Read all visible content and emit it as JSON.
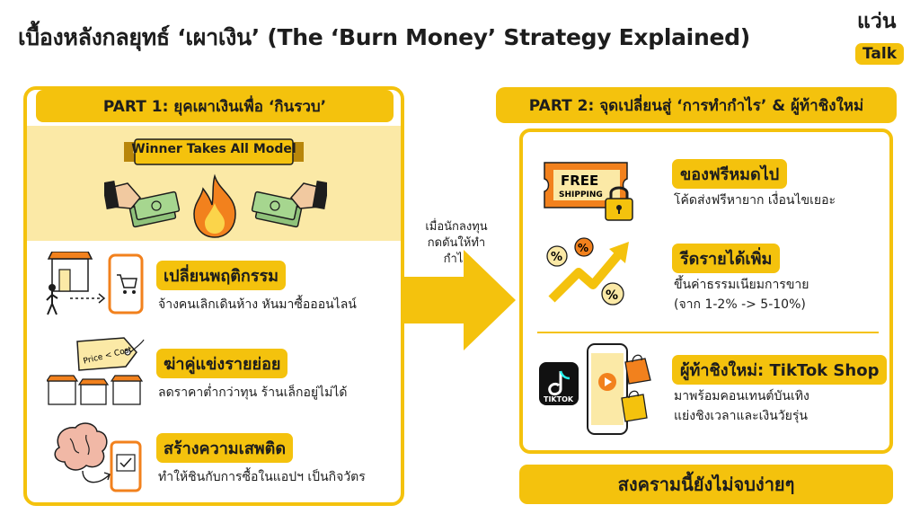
{
  "title": "เบื้องหลังกลยุทธ์ ‘เผาเงิน’ (The ‘Burn Money’ Strategy Explained)",
  "logo": {
    "top": "แว่น",
    "badge": "Talk"
  },
  "part1": {
    "header": "PART 1: ยุคเผาเงินเพื่อ ‘กินรวบ’",
    "banner": "Winner Takes All Model",
    "items": [
      {
        "title": "เปลี่ยนพฤติกรรม",
        "desc": "จ้างคนเลิกเดินห้าง หันมาซื้อออนไลน์",
        "icon": "shopping-behavior-icon"
      },
      {
        "title": "ฆ่าคู่แข่งรายย่อย",
        "desc": "ลดราคาต่ำกว่าทุน ร้านเล็กอยู่ไม่ได้",
        "icon": "price-tag-shops-icon",
        "tag_text": "Price < Cost"
      },
      {
        "title": "สร้างความเสพติด",
        "desc": "ทำให้ชินกับการซื้อในแอปฯ เป็นกิจวัตร",
        "icon": "brain-habit-icon"
      }
    ]
  },
  "transition": {
    "label_line1": "เมื่อนักลงทุน",
    "label_line2": "กดดันให้ทำกำไร"
  },
  "part2": {
    "header": "PART 2: จุดเปลี่ยนสู่ ‘การทำกำไร’ & ผู้ท้าชิงใหม่",
    "items": [
      {
        "title": "ของฟรีหมดไป",
        "desc_lines": [
          "โค้ดส่งฟรีหายาก เงื่อนไขเยอะ"
        ],
        "icon": "free-shipping-lock-icon",
        "ticket_line1": "FREE",
        "ticket_line2": "SHIPPING"
      },
      {
        "title": "รีดรายได้เพิ่ม",
        "desc_lines": [
          "ขึ้นค่าธรรมเนียมการขาย",
          "(จาก 1-2% -> 5-10%)"
        ],
        "icon": "rising-percent-icon"
      },
      {
        "title": "ผู้ท้าชิงใหม่: TikTok Shop",
        "desc_lines": [
          "มาพร้อมคอนเทนต์บันเทิง",
          "แย่งชิงเวลาและเงินวัยรุ่น"
        ],
        "icon": "tiktok-shop-icon",
        "tiktok_label": "TIKTOK"
      }
    ],
    "footer": "สงครามนี้ยังไม่จบง่ายๆ"
  },
  "colors": {
    "accent": "#f4c20d",
    "light_accent": "#fbe9a6",
    "fire": "#f2811d",
    "text": "#1d1d1d"
  }
}
